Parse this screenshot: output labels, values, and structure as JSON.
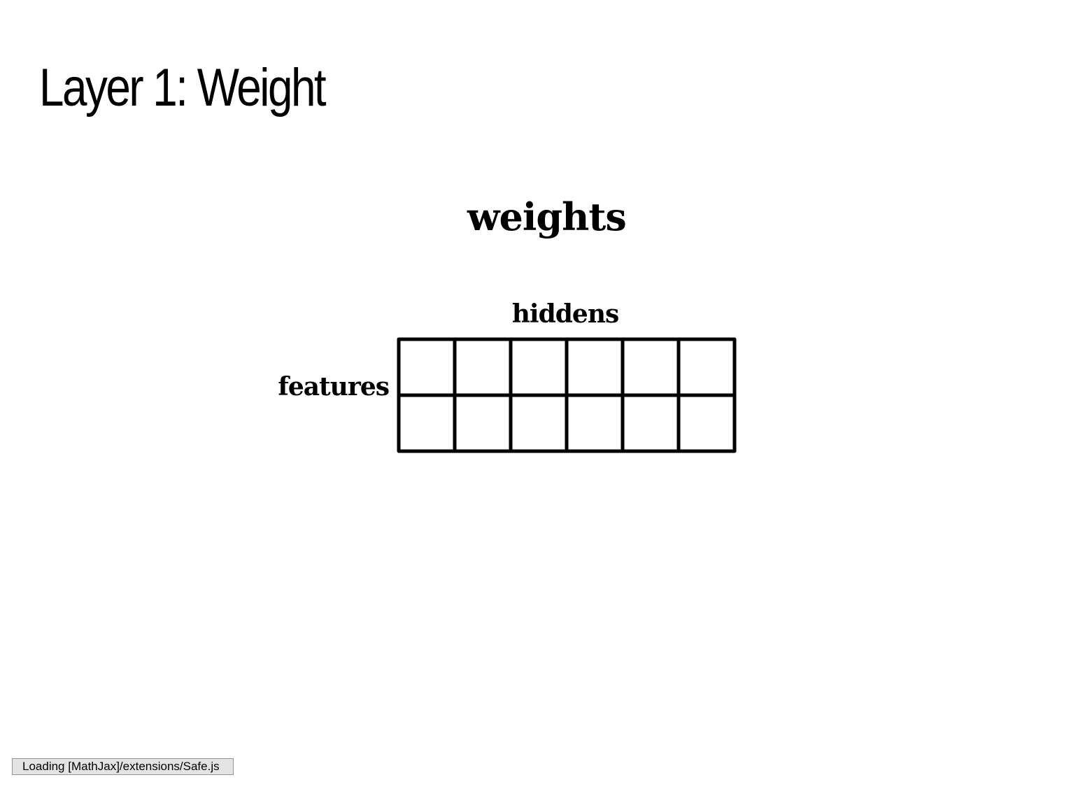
{
  "slide": {
    "title": "Layer 1: Weight"
  },
  "diagram": {
    "title": "weights",
    "column_label": "hiddens",
    "row_label": "features",
    "grid": {
      "rows": 2,
      "columns": 6
    }
  },
  "status": {
    "message": "Loading [MathJax]/extensions/Safe.js"
  }
}
